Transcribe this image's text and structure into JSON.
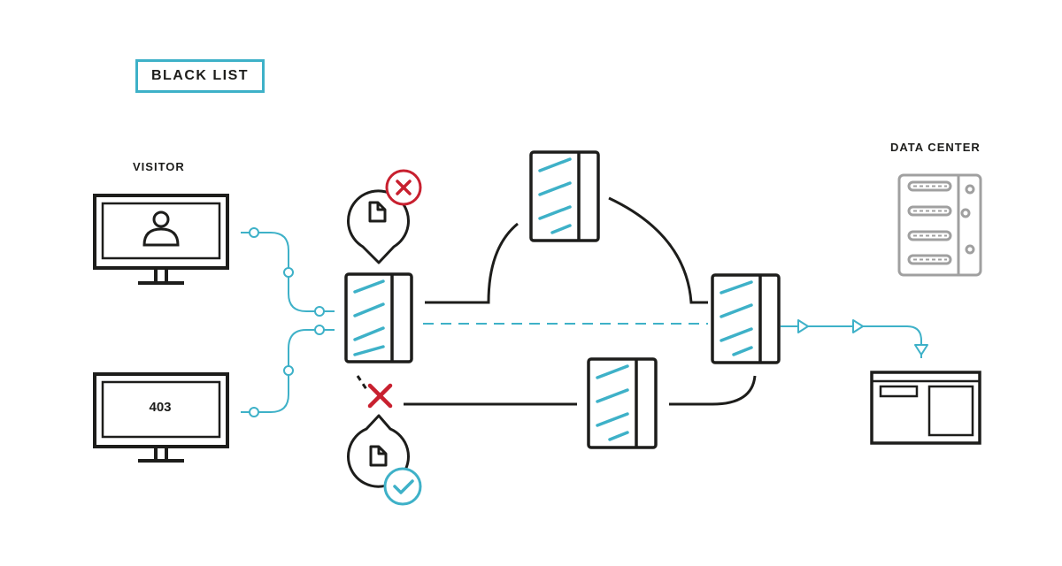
{
  "title": "BLACK LIST",
  "visitor_label": "VISITOR",
  "data_center_label": "DATA CENTER",
  "blocked_screen_text": "403",
  "colors": {
    "ink": "#1d1d1b",
    "accent": "#3eb1c8",
    "deny": "#c8202f",
    "muted": "#a0a0a0"
  },
  "icons": [
    "user-icon",
    "document-icon",
    "deny-icon",
    "allow-icon",
    "blocked-path-icon",
    "server-rack-icon",
    "browser-window-icon",
    "arrow-icon"
  ]
}
